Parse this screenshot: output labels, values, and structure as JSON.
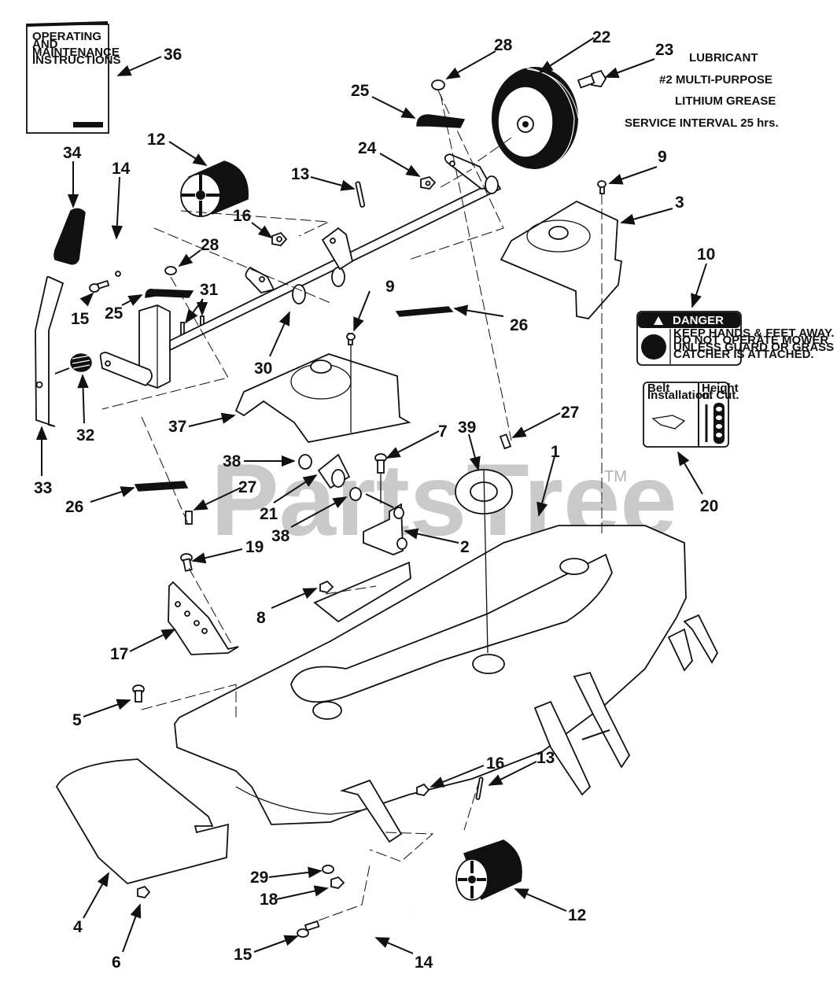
{
  "watermark": {
    "text": "PartsTree",
    "trademark": "TM"
  },
  "manual": {
    "line1": "OPERATING",
    "line2": "AND",
    "line3": "MAINTENANCE",
    "line4": "INSTRUCTIONS"
  },
  "lubricant_note": {
    "line1": "LUBRICANT",
    "line2": "#2 MULTI-PURPOSE",
    "line3": "LITHIUM GREASE",
    "line4": "SERVICE INTERVAL  25 hrs."
  },
  "danger_decal": {
    "header": "DANGER",
    "line1": "KEEP HANDS & FEET AWAY.",
    "line2": "DO NOT OPERATE MOWER",
    "line3": "UNLESS GUARD OR GRASS",
    "line4": "CATCHER IS ATTACHED."
  },
  "belt_decal": {
    "left_title1": "Belt",
    "left_title2": "Installation.",
    "right_title1": "Height",
    "right_title2": "of Cut."
  },
  "callouts": [
    {
      "id": "c36",
      "label": "36"
    },
    {
      "id": "c34",
      "label": "34"
    },
    {
      "id": "c12a",
      "label": "12"
    },
    {
      "id": "c14a",
      "label": "14"
    },
    {
      "id": "c16a",
      "label": "16"
    },
    {
      "id": "c13a",
      "label": "13"
    },
    {
      "id": "c28a",
      "label": "28"
    },
    {
      "id": "c31",
      "label": "31"
    },
    {
      "id": "c15a",
      "label": "15"
    },
    {
      "id": "c25a",
      "label": "25"
    },
    {
      "id": "c32",
      "label": "32"
    },
    {
      "id": "c33",
      "label": "33"
    },
    {
      "id": "c30",
      "label": "30"
    },
    {
      "id": "c9a",
      "label": "9"
    },
    {
      "id": "c37",
      "label": "37"
    },
    {
      "id": "c28b",
      "label": "28"
    },
    {
      "id": "c25b",
      "label": "25"
    },
    {
      "id": "c24",
      "label": "24"
    },
    {
      "id": "c22",
      "label": "22"
    },
    {
      "id": "c23",
      "label": "23"
    },
    {
      "id": "c9b",
      "label": "9"
    },
    {
      "id": "c3",
      "label": "3"
    },
    {
      "id": "c26a",
      "label": "26"
    },
    {
      "id": "c10",
      "label": "10"
    },
    {
      "id": "c27a",
      "label": "27"
    },
    {
      "id": "c20",
      "label": "20"
    },
    {
      "id": "c39",
      "label": "39"
    },
    {
      "id": "c7",
      "label": "7"
    },
    {
      "id": "c1",
      "label": "1"
    },
    {
      "id": "c38a",
      "label": "38"
    },
    {
      "id": "c26b",
      "label": "26"
    },
    {
      "id": "c27b",
      "label": "27"
    },
    {
      "id": "c21",
      "label": "21"
    },
    {
      "id": "c38b",
      "label": "38"
    },
    {
      "id": "c2",
      "label": "2"
    },
    {
      "id": "c19",
      "label": "19"
    },
    {
      "id": "c8",
      "label": "8"
    },
    {
      "id": "c17",
      "label": "17"
    },
    {
      "id": "c5",
      "label": "5"
    },
    {
      "id": "c16b",
      "label": "16"
    },
    {
      "id": "c13b",
      "label": "13"
    },
    {
      "id": "c29",
      "label": "29"
    },
    {
      "id": "c18",
      "label": "18"
    },
    {
      "id": "c4",
      "label": "4"
    },
    {
      "id": "c6",
      "label": "6"
    },
    {
      "id": "c12b",
      "label": "12"
    },
    {
      "id": "c15b",
      "label": "15"
    },
    {
      "id": "c14b",
      "label": "14"
    }
  ]
}
